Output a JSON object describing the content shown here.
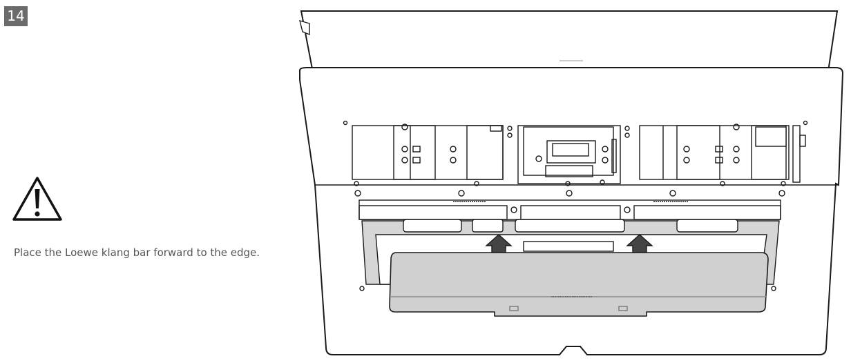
{
  "step": {
    "number": "14"
  },
  "warning": {
    "icon": "warning-triangle-icon"
  },
  "instruction": {
    "text": "Place the Loewe klang bar forward to the edge."
  },
  "illustration": {
    "subject": "tv-back-with-soundbar",
    "soundbar_color": "#d0d0d0",
    "line_color": "#1a1a1a"
  }
}
